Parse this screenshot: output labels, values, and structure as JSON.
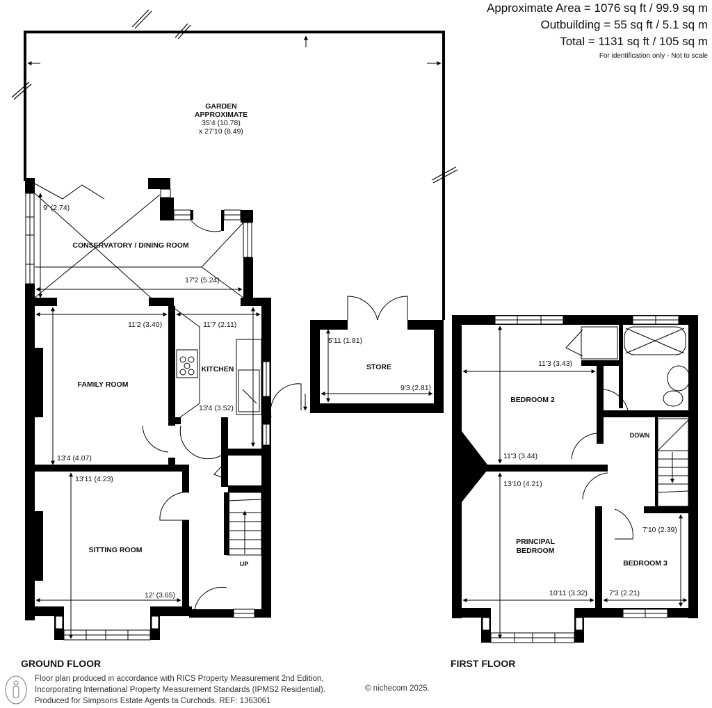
{
  "header": {
    "approximate_area": "Approximate Area = 1076 sq ft / 99.9 sq m",
    "outbuilding": "Outbuilding = 55 sq ft / 5.1 sq m",
    "total": "Total = 1131 sq ft / 105 sq m",
    "disclaimer": "For identification only - Not to scale"
  },
  "garden": {
    "title_line1": "GARDEN",
    "title_line2": "APPROXIMATE",
    "dim1": "35'4 (10.78)",
    "dim2": "x 27'10 (8.49)"
  },
  "ground_floor": {
    "title": "GROUND FLOOR",
    "rooms": {
      "conservatory": {
        "label": "CONSERVATORY / DINING ROOM",
        "dim_height": "9' (2.74)",
        "dim_width": "17'2 (5.24)"
      },
      "family_room": {
        "label": "FAMILY ROOM",
        "dim_width": "11'2 (3.40)",
        "dim_height": "13'4 (4.07)"
      },
      "kitchen": {
        "label": "KITCHEN",
        "dim_width": "11'7 (2.11)",
        "dim_height": "13'4 (3.52)"
      },
      "sitting_room": {
        "label": "SITTING ROOM",
        "dim_height": "13'11 (4.23)",
        "dim_width": "12' (3.65)"
      },
      "hall": {
        "stairs_label": "UP"
      },
      "store": {
        "label": "STORE",
        "dim_height": "5'11 (1.81)",
        "dim_width": "9'3 (2.81)"
      }
    }
  },
  "first_floor": {
    "title": "FIRST FLOOR",
    "rooms": {
      "bedroom2": {
        "label": "BEDROOM 2",
        "dim_width": "11'3 (3.43)",
        "dim_height": "11'3 (3.44)"
      },
      "principal_bedroom": {
        "label_line1": "PRINCIPAL",
        "label_line2": "BEDROOM",
        "dim_height": "13'10 (4.21)",
        "dim_width": "10'11 (3.32)"
      },
      "bedroom3": {
        "label": "BEDROOM 3",
        "dim_height": "7'10 (2.39)",
        "dim_width": "7'3 (2.21)"
      },
      "landing": {
        "stairs_label": "DOWN"
      }
    }
  },
  "footer": {
    "line1": "Floor plan produced in accordance with RICS Property Measurement 2nd Edition,",
    "line2": "Incorporating International Property Measurement Standards (IPMS2 Residential).",
    "line3": "Produced for Simpsons Estate Agents ta Curchods.   REF: 1363061",
    "copyright": "© nichecom 2025."
  },
  "colors": {
    "wall": "#000000",
    "background": "#ffffff",
    "text": "#111111"
  }
}
